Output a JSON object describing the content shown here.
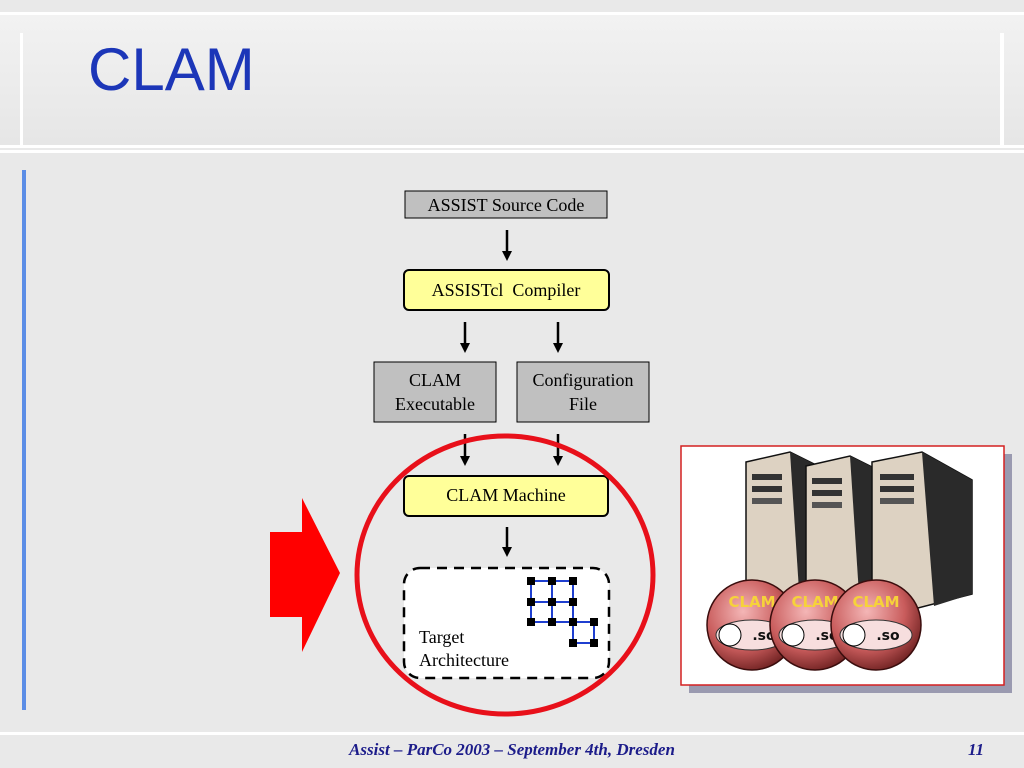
{
  "slide": {
    "title": "CLAM",
    "footer": "Assist – ParCo 2003 – September 4th, Dresden",
    "page_number": "11"
  },
  "diagram": {
    "source_box": "ASSIST Source Code",
    "compiler_box": "ASSISTcl  Compiler",
    "executable_box": [
      "CLAM",
      "Executable"
    ],
    "config_box": [
      "Configuration",
      "File"
    ],
    "machine_box": "CLAM Machine",
    "target_box": [
      "Target",
      "Architecture"
    ]
  },
  "illustration": {
    "badge_label": "CLAM",
    "badge_ext": ".so",
    "badge_count": 3
  },
  "colors": {
    "title": "#1c36b8",
    "highlight_circle": "#e8101a",
    "arrow": "#ff0000",
    "yellow_box": "#ffff99",
    "gray_box": "#c0c0c0"
  }
}
